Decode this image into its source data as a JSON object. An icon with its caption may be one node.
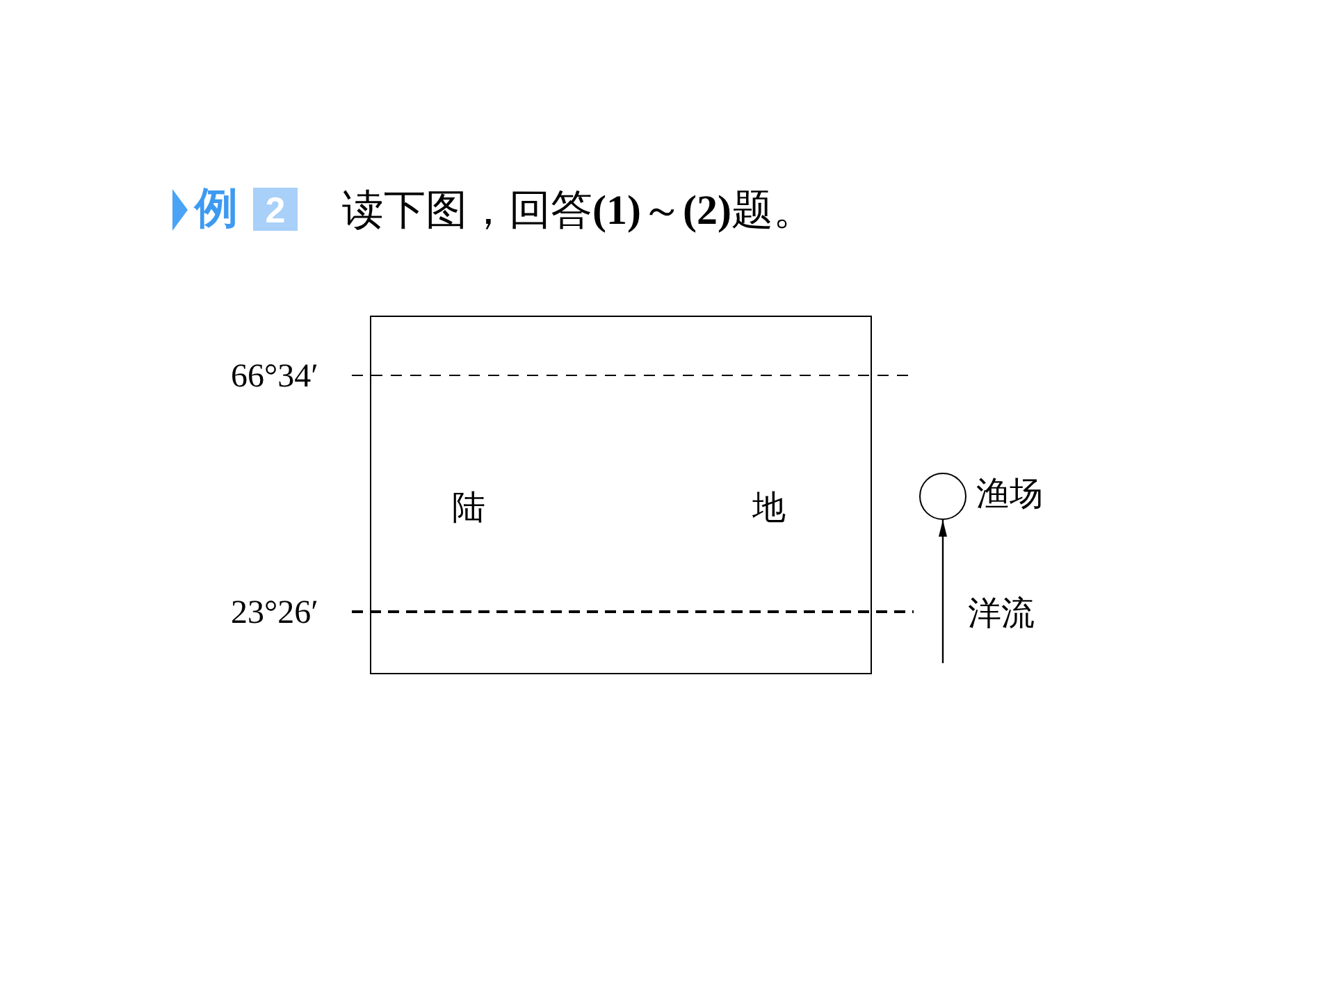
{
  "diagram": {
    "title": "读下图，回答**(1)**～**(2)**题。",
    "nodes": [
      {
        "text": [
          "陆地"
        ]
      },
      {
        "text": [],
        "shape": "circle",
        "beside": [
          "渔场"
        ]
      }
    ],
    "edges": [
      {
        "from": null,
        "to": 1,
        "arrow": "to",
        "label": "洋流"
      }
    ],
    "labels": [
      "例",
      "2",
      "66°34′",
      "23°26′"
    ]
  }
}
